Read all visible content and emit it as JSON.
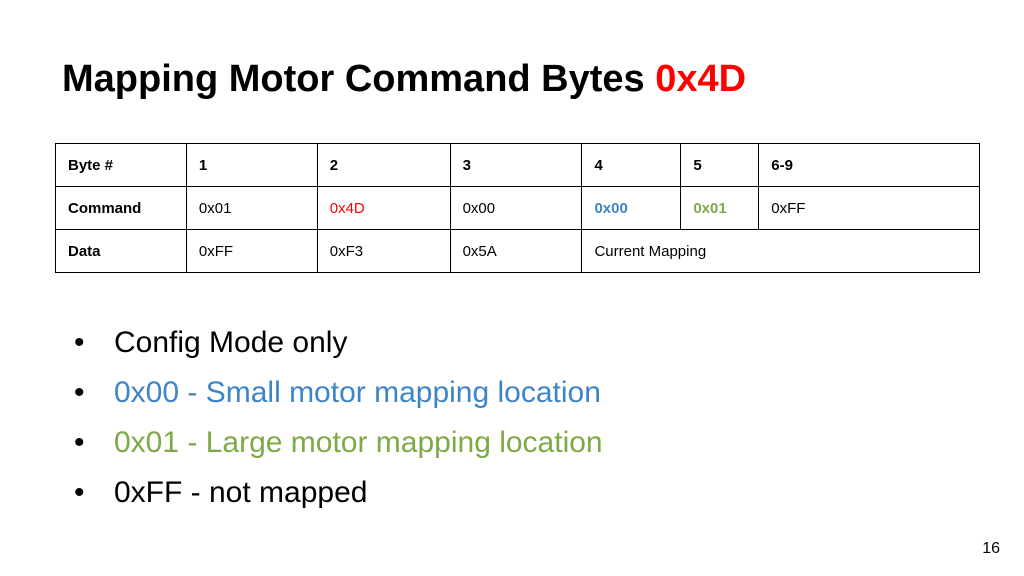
{
  "slide": {
    "title_main": "Mapping Motor Command Bytes ",
    "title_accent": "0x4D",
    "page_number": "16"
  },
  "colors": {
    "accent_red": "#ff0000",
    "blue": "#3d85c6",
    "green": "#7daa44"
  },
  "table": {
    "rows": [
      [
        "Byte #",
        "1",
        "2",
        "3",
        "4",
        "5",
        "6-9"
      ],
      [
        "Command",
        "0x01",
        "0x4D",
        "0x00",
        "0x00",
        "0x01",
        "0xFF"
      ],
      [
        "Data",
        "0xFF",
        "0xF3",
        "0x5A",
        "Current Mapping"
      ]
    ]
  },
  "bullets": [
    {
      "text": "Config Mode only",
      "color": "black"
    },
    {
      "text": "0x00 - Small motor mapping location",
      "color": "blue"
    },
    {
      "text": "0x01 - Large motor mapping location",
      "color": "green"
    },
    {
      "text": "0xFF - not mapped",
      "color": "black"
    }
  ]
}
